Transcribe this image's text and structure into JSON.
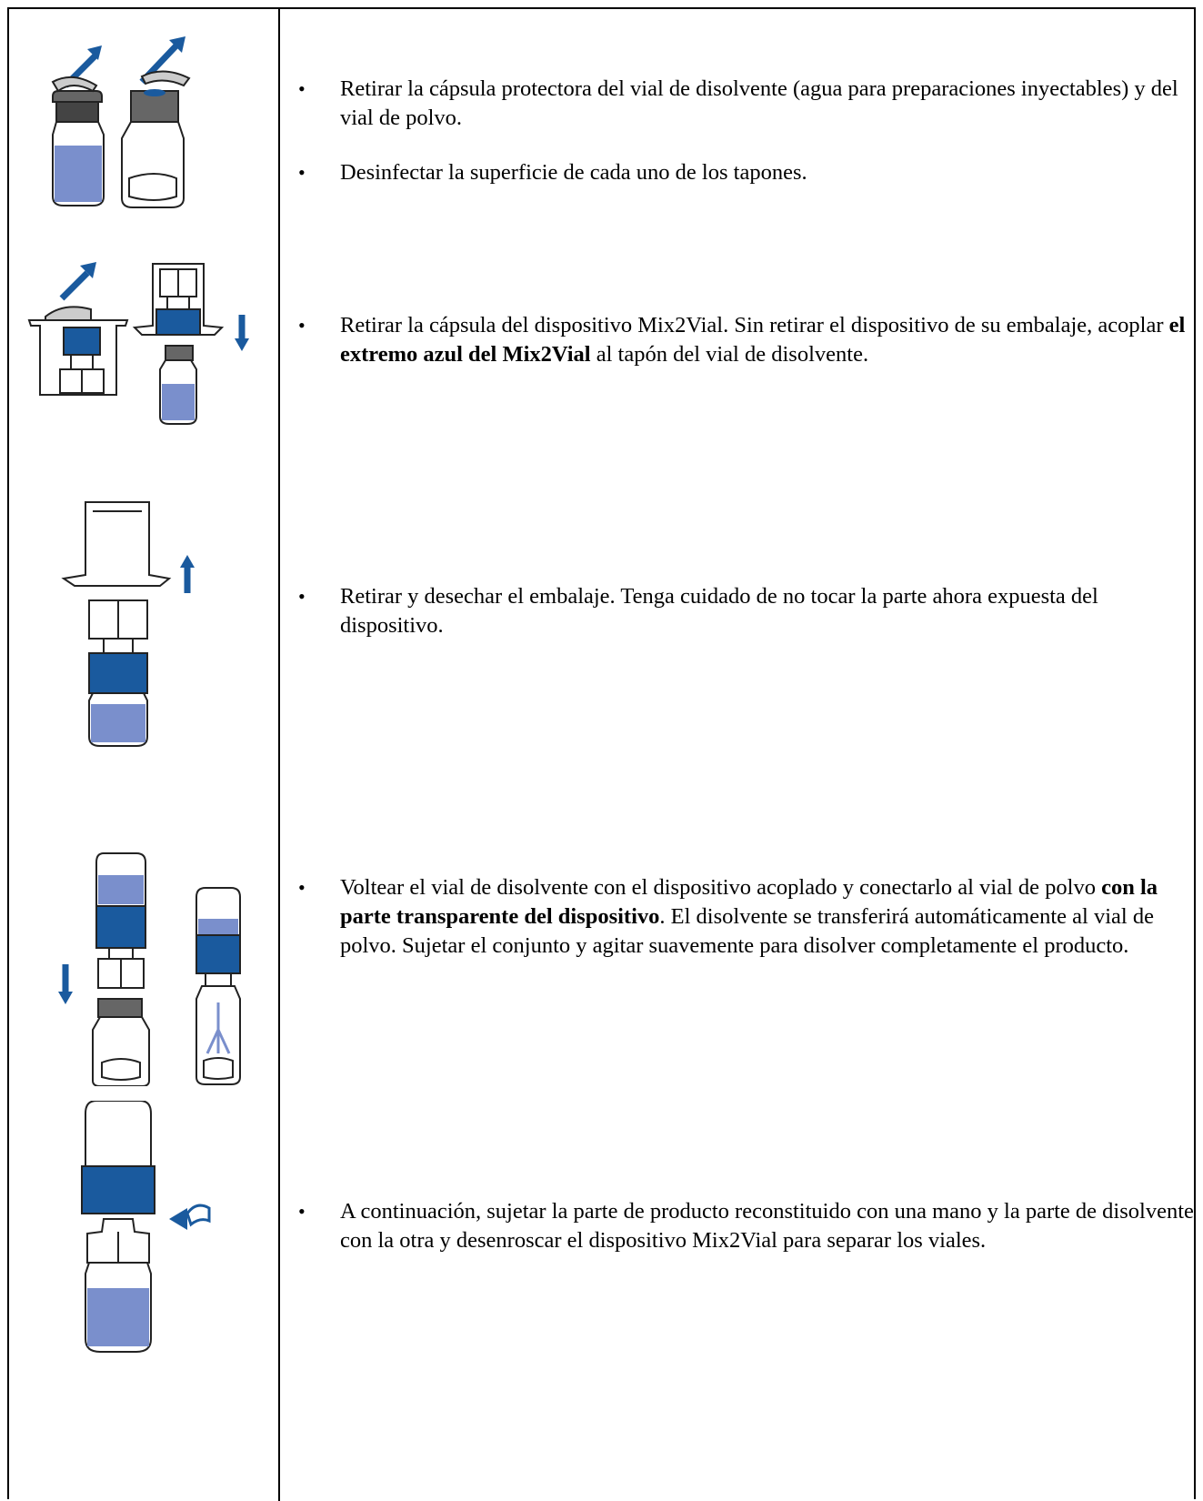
{
  "steps": [
    {
      "icon": "remove-caps-vials-illustration",
      "bullets": [
        [
          "Retirar la cápsula protectora del vial de disolvente (agua para preparaciones inyectables) y del vial de polvo."
        ],
        [
          "Desinfectar la superficie de cada uno de los tapones."
        ]
      ]
    },
    {
      "icon": "attach-mix2vial-illustration",
      "bullet": {
        "before": "Retirar la cápsula del dispositivo Mix2Vial. Sin retirar el dispositivo de su embalaje, acoplar ",
        "bold": "el extremo azul del Mix2Vial",
        "after": " al tapón del vial de disolvente."
      }
    },
    {
      "icon": "remove-packaging-illustration",
      "bullet": "Retirar y desechar el embalaje. Tenga cuidado de no tocar la parte ahora expuesta del dispositivo."
    },
    {
      "icon": "transfer-solvent-illustration",
      "bullet": {
        "before": "Voltear el vial de disolvente con el dispositivo acoplado y conectarlo al vial de polvo ",
        "bold": "con la parte transparente del dispositivo",
        "after": ". El disolvente se transferirá automáticamente al vial de polvo. Sujetar el conjunto y agitar suavemente para disolver completamente el producto."
      }
    },
    {
      "icon": "unscrew-separate-illustration",
      "bullet": "A continuación, sujetar la parte de producto reconstituido con una mano y la parte de disolvente con la otra y desenroscar el dispositivo Mix2Vial para separar los viales."
    }
  ],
  "colors": {
    "accent": "#1a5a9e",
    "liquid": "#7a8fcc",
    "cap": "#555555"
  }
}
